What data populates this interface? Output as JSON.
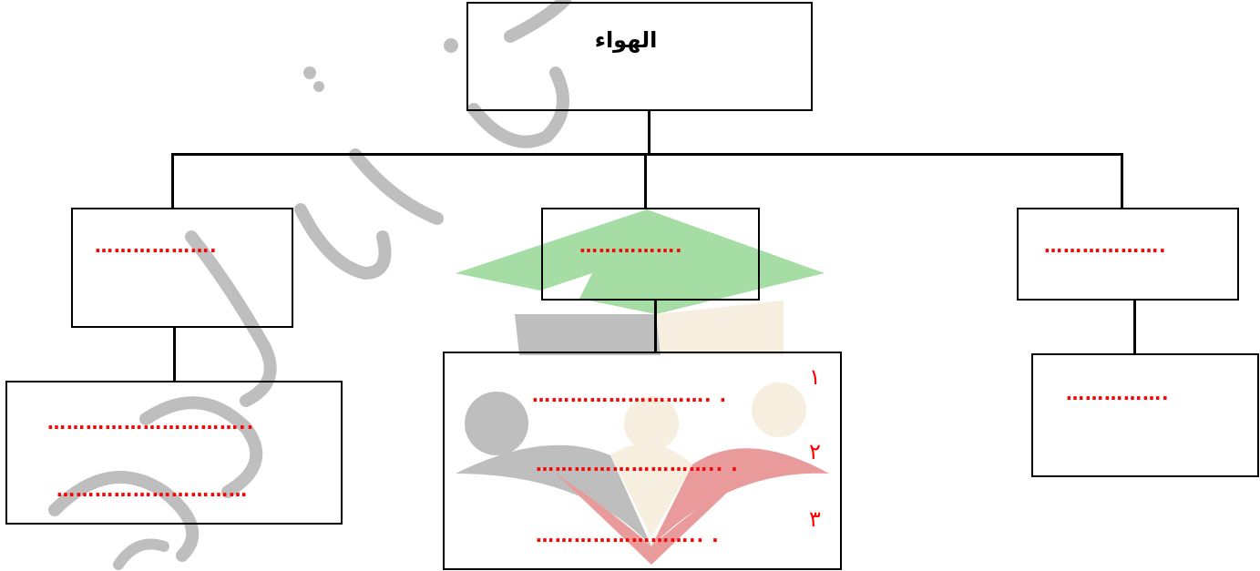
{
  "diagram": {
    "root_label": "الهواء",
    "branches": {
      "left_label": "……………….",
      "middle_label": "…………….",
      "right_label": "……………….",
      "left_child": [
        "…………………………..",
        "…………………………"
      ],
      "middle_child": [
        {
          "number": "١",
          "dots": "………………………. ."
        },
        {
          "number": "٢",
          "dots": "……………………….. ."
        },
        {
          "number": "٣",
          "dots": "…………………….. ."
        }
      ],
      "right_child": "……………."
    }
  },
  "watermark": {
    "description_free": true
  },
  "colors": {
    "line": "#000000",
    "placeholder": "#ff0000",
    "watermark_green": "#5cc25c",
    "watermark_grey": "#7a7a7a",
    "watermark_red": "#d84a4a",
    "watermark_beige": "#f0e2c4"
  }
}
